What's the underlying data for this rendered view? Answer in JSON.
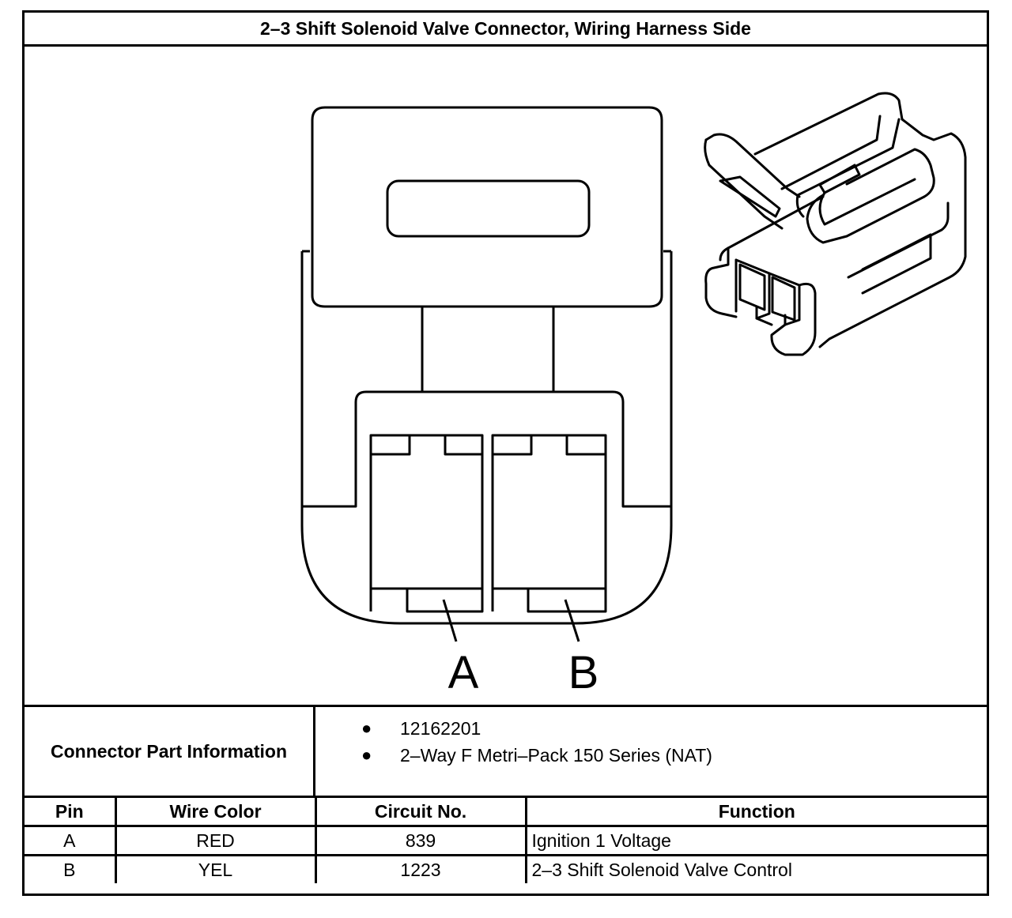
{
  "title": "2–3 Shift Solenoid Valve Connector, Wiring Harness Side",
  "diagram": {
    "pin_labels": [
      "A",
      "B"
    ]
  },
  "connector_info": {
    "label": "Connector Part Information",
    "items": [
      "12162201",
      "2–Way F Metri–Pack 150 Series (NAT)"
    ]
  },
  "table": {
    "headers": [
      "Pin",
      "Wire Color",
      "Circuit No.",
      "Function"
    ],
    "rows": [
      {
        "pin": "A",
        "wire_color": "RED",
        "circuit": "839",
        "function": "Ignition 1 Voltage"
      },
      {
        "pin": "B",
        "wire_color": "YEL",
        "circuit": "1223",
        "function": "2–3 Shift Solenoid Valve Control"
      }
    ]
  }
}
